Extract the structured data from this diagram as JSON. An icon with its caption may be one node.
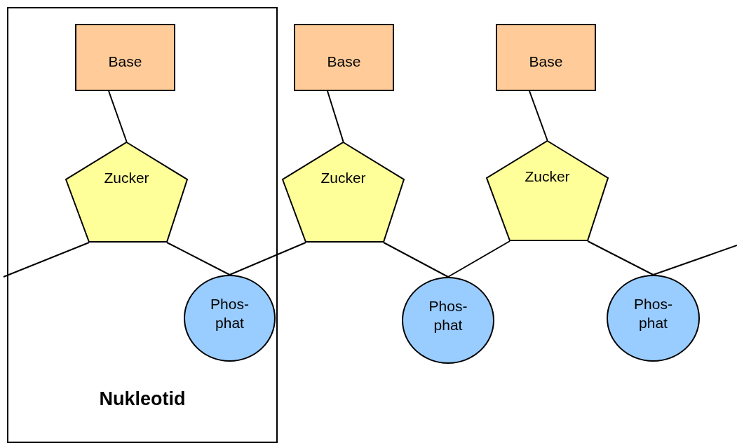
{
  "diagram": {
    "nodes": [
      {
        "text": [
          "Nukleotid"
        ]
      },
      {
        "text": [
          "Base"
        ],
        "in": 0
      },
      {
        "text": [
          "Zucker"
        ],
        "in": 0
      },
      {
        "text": [
          "Phos- phat"
        ],
        "in": 0
      },
      {
        "text": [
          "Base"
        ]
      },
      {
        "text": [
          "Zucker"
        ]
      },
      {
        "text": [
          "Phos- phat"
        ]
      },
      {
        "text": [
          "Base"
        ]
      },
      {
        "text": [
          "Zucker"
        ]
      },
      {
        "text": [
          "Phos- phat"
        ]
      }
    ],
    "edges": [
      {
        "from": 1,
        "to": 2,
        "arrow": "none"
      },
      {
        "from": 4,
        "to": 5,
        "arrow": "none"
      },
      {
        "from": 7,
        "to": 8,
        "arrow": "none"
      },
      {
        "from": null,
        "to": 2,
        "arrow": "none"
      },
      {
        "from": 2,
        "to": 3,
        "arrow": "none"
      },
      {
        "from": 3,
        "to": 5,
        "arrow": "none"
      },
      {
        "from": 5,
        "to": 6,
        "arrow": "none"
      },
      {
        "from": 6,
        "to": 8,
        "arrow": "none"
      },
      {
        "from": 8,
        "to": 9,
        "arrow": "none"
      },
      {
        "from": 9,
        "to": null,
        "arrow": "none"
      }
    ]
  }
}
